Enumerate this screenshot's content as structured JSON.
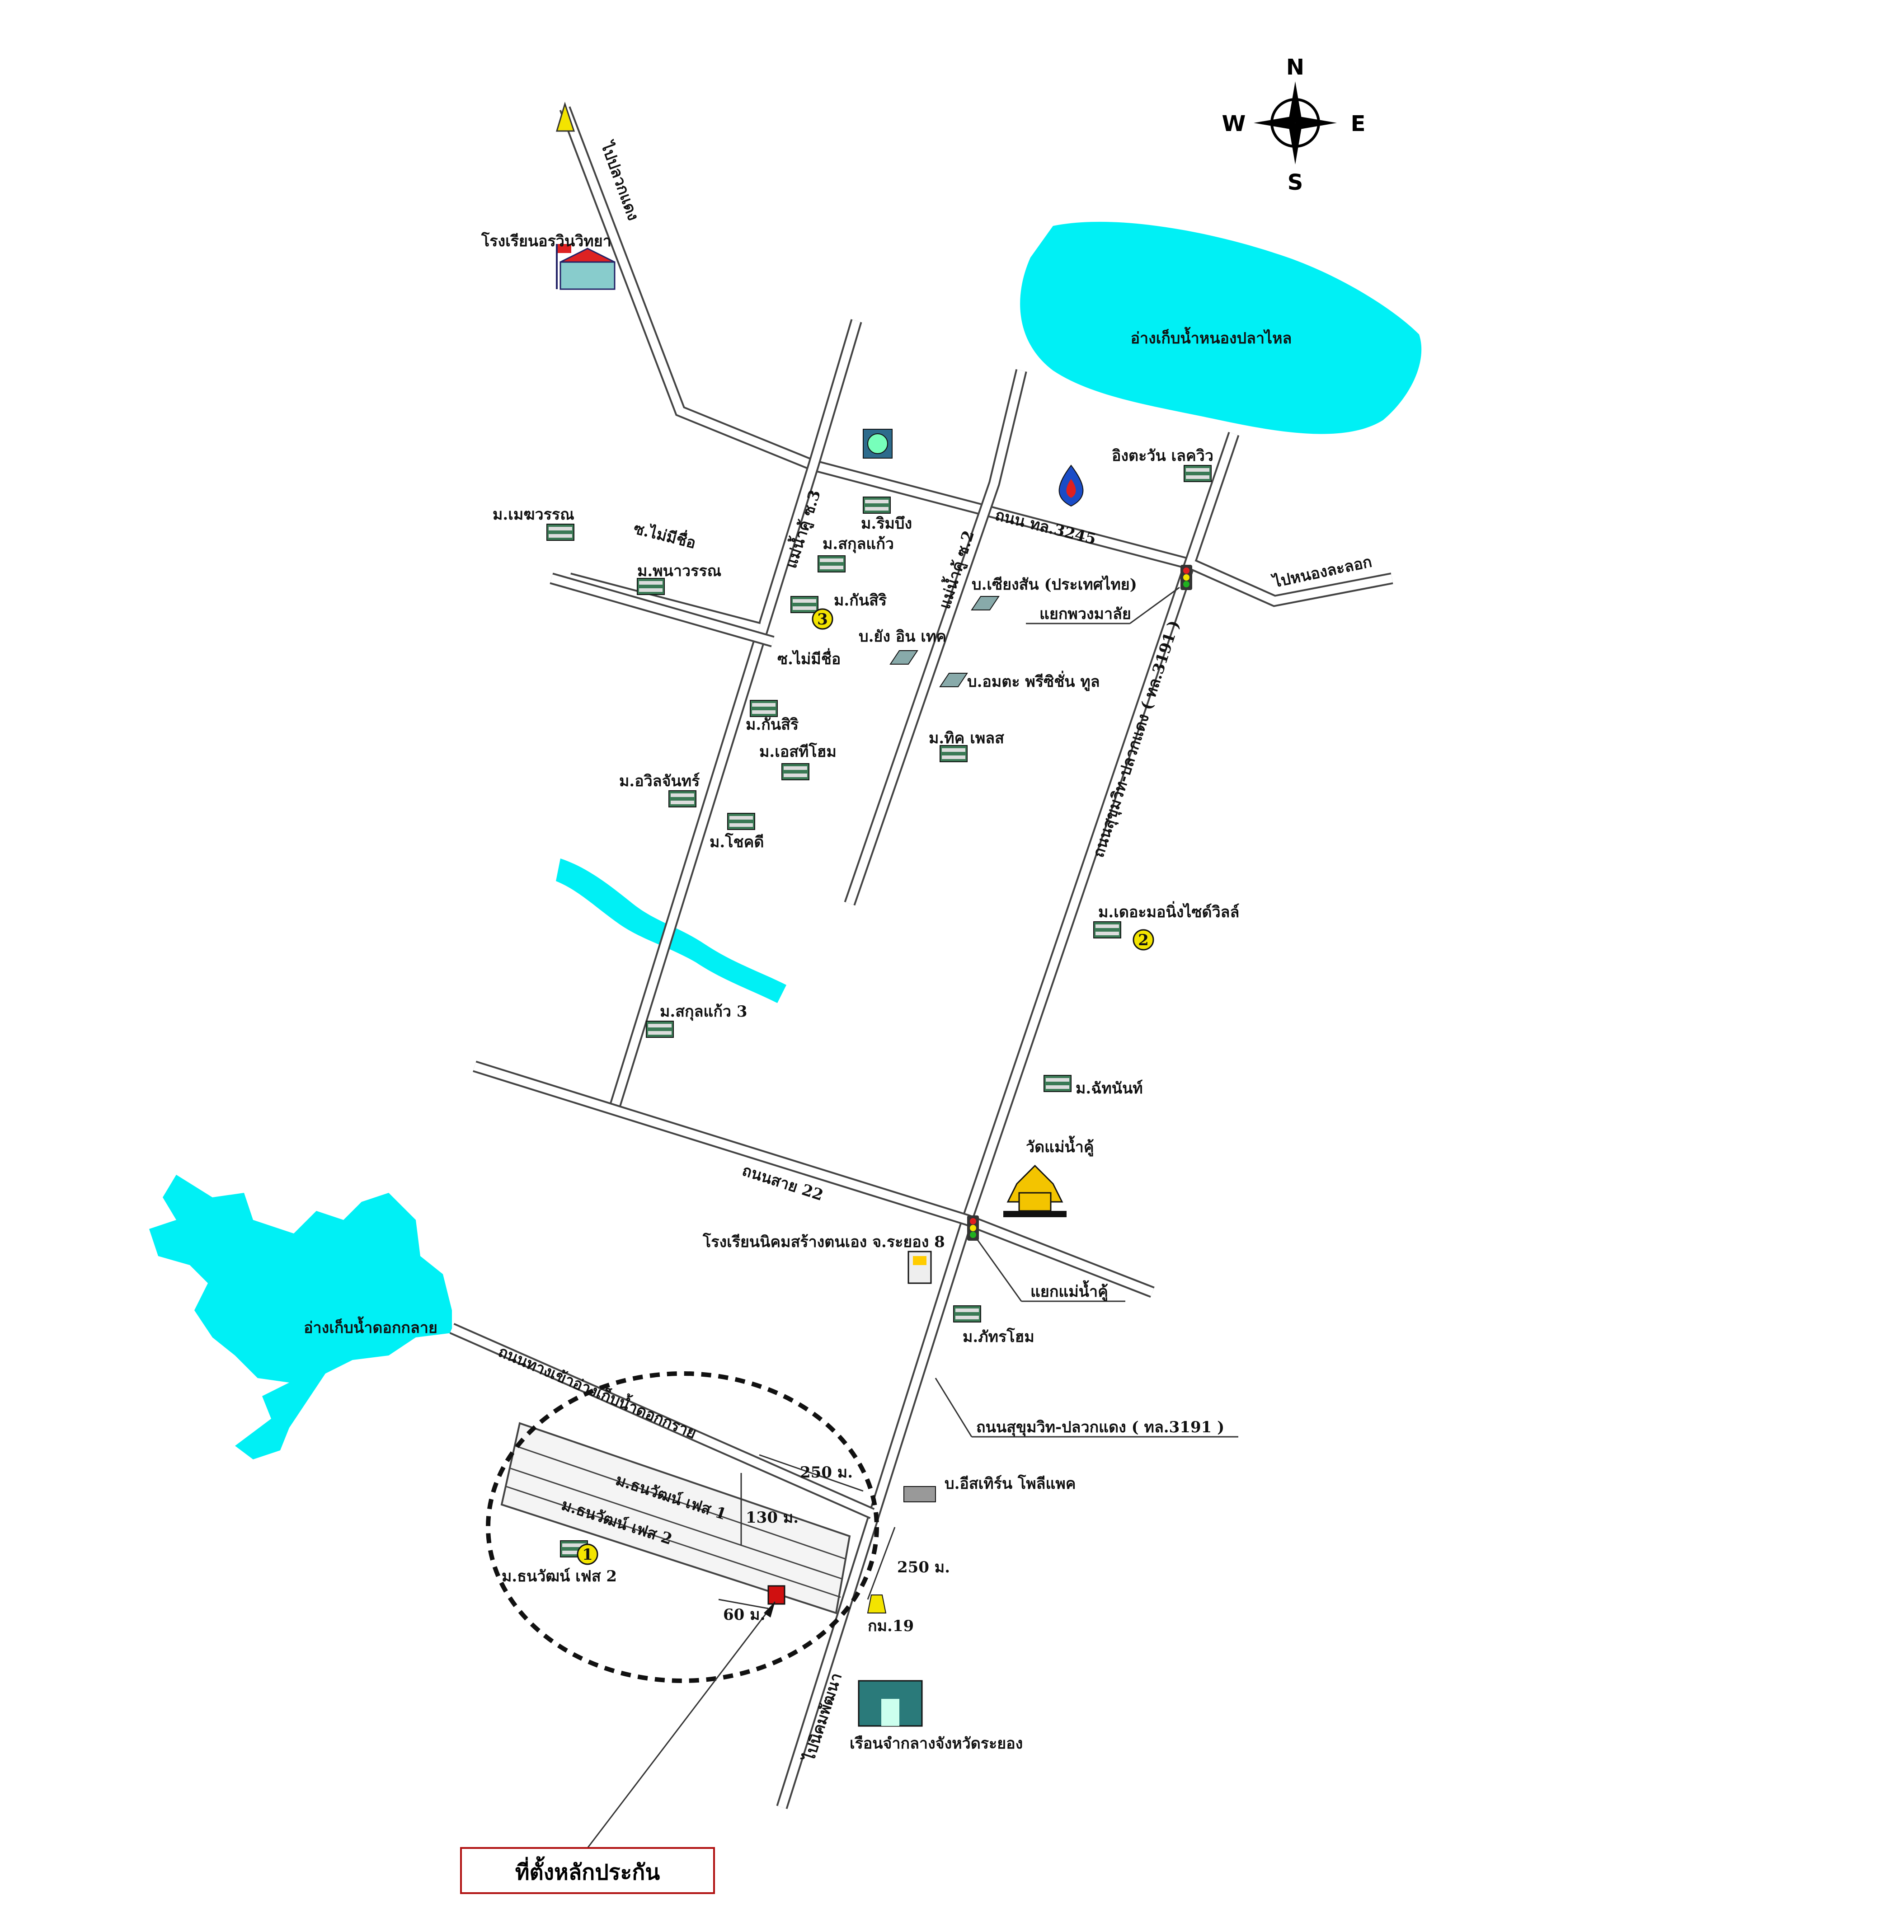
{
  "compass": {
    "n": "N",
    "s": "S",
    "e": "E",
    "w": "W"
  },
  "colors": {
    "water": "#00f0f5",
    "road_edge": "#444444",
    "marker_red": "#d01010",
    "badge_yellow": "#f3e400",
    "callout_border": "#b01010"
  },
  "directions": {
    "to_plak_daeng": "ไปปลวกแดง",
    "to_nong_lalok": "ไปหนองละลอก",
    "to_nikhom_phatthana": "ไปนิคมพัฒนา"
  },
  "reservoirs": {
    "nong_pla_lai": "อ่างเก็บน้ำหนองปลาไหล",
    "dok_krai": "อ่างเก็บน้ำดอกกลาย"
  },
  "roads": {
    "road_3245": "ถนน ทล.3245",
    "road_3191_vertical": "ถนนสุขุมวิท-ปลวกแดง ( ทล.3191 )",
    "road_3191_callout": "ถนนสุขุมวิท-ปลวกแดง ( ทล.3191 )",
    "road_22": "ถนนสาย 22",
    "reservoir_road": "ถนนทางเข้าอ่างเก็บน้ำดอกกราย",
    "soi_3": "แม่น้ำคู้ ซ.3",
    "soi_2": "แม่น้ำคู้ ซ.2",
    "no_name_1": "ซ.ไม่มีชื่อ",
    "no_name_2": "ซ.ไม่มีชื่อ"
  },
  "junctions": {
    "phuang_malai": "แยกพวงมาลัย",
    "mae_nam_khu": "แยกแม่น้ำคู้"
  },
  "places": {
    "school_nora": "โรงเรียนอรวินวิทยา",
    "ing_tawan": "อิงตะวัน เลควิว",
    "mayurarn": "ม.เมฆวรรณ",
    "phaiwan": "ม.พนาวรรณ",
    "rimbueng": "ม.ริมบึง",
    "sakulkaew": "ม.สกุลแก้ว",
    "kansiri_3": "ม.กันสิริ",
    "kansiri": "ม.กันสิริ",
    "eesthome": "ม.เอสทีโฮม",
    "orawan": "ม.อวิลจันทร์",
    "chokdee": "ม.โชคดี",
    "sakulkaew_3": "ม.สกุลแก้ว 3",
    "sheng_shin": "บ.เซียงสัน (ประเทศไทย)",
    "yang_in": "บ.ยัง อิน เทค",
    "amata": "บ.อมตะ พรีซิชั่น ทูล",
    "tik_place": "ม.ทิค เพลส",
    "diamond_ville": "ม.เดอะมอนิ่งไซด์วิลล์",
    "chanan": "ม.ฉัทนันท์",
    "wat": "วัดแม่น้ำคู้",
    "school_nikhom": "โรงเรียนนิคมสร้างตนเอง จ.ระยอง 8",
    "phatthara": "ม.ภัทรโฮม",
    "eastern": "บ.อีสเทิร์น โพลีแพค",
    "km19": "กม.19",
    "prison": "เรือนจำกลางจังหวัดระยอง",
    "thanawat_1": "ม.ธนวัฒน์ เฟส 1",
    "thanawat_2": "ม.ธนวัฒน์ เฟส 2",
    "thanawat_2_label": "ม.ธนวัฒน์ เฟส 2"
  },
  "badges": {
    "b1": "1",
    "b2": "2",
    "b3": "3"
  },
  "distances": {
    "d250_top": "250 ม.",
    "d130": "130 ม.",
    "d60": "60 ม.",
    "d250_right": "250 ม."
  },
  "callout": {
    "label": "ที่ตั้งหลักประกัน"
  }
}
